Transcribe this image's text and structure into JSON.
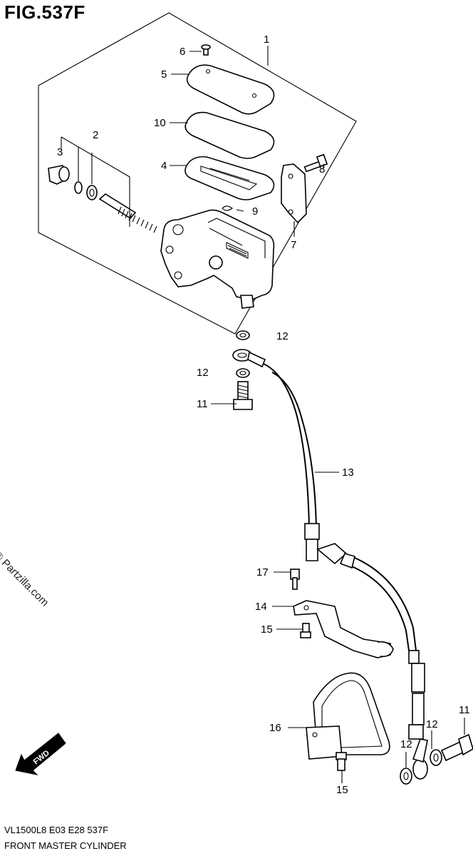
{
  "figure": {
    "title": "FIG.537F",
    "model_code": "VL1500L8  E03  E28  537F",
    "name": "FRONT MASTER CYLINDER",
    "watermark": "© Partzilla.com",
    "fwd_label": "FWD"
  },
  "callouts": [
    {
      "id": "c1",
      "label": "1"
    },
    {
      "id": "c2",
      "label": "2"
    },
    {
      "id": "c3",
      "label": "3"
    },
    {
      "id": "c4",
      "label": "4"
    },
    {
      "id": "c5",
      "label": "5"
    },
    {
      "id": "c6",
      "label": "6"
    },
    {
      "id": "c7",
      "label": "7"
    },
    {
      "id": "c8",
      "label": "8"
    },
    {
      "id": "c9",
      "label": "9"
    },
    {
      "id": "c10",
      "label": "10"
    },
    {
      "id": "c11a",
      "label": "11"
    },
    {
      "id": "c11b",
      "label": "11"
    },
    {
      "id": "c12a",
      "label": "12"
    },
    {
      "id": "c12b",
      "label": "12"
    },
    {
      "id": "c12c",
      "label": "12"
    },
    {
      "id": "c12d",
      "label": "12"
    },
    {
      "id": "c13",
      "label": "13"
    },
    {
      "id": "c14",
      "label": "14"
    },
    {
      "id": "c15a",
      "label": "15"
    },
    {
      "id": "c15b",
      "label": "15"
    },
    {
      "id": "c16",
      "label": "16"
    },
    {
      "id": "c17",
      "label": "17"
    }
  ]
}
